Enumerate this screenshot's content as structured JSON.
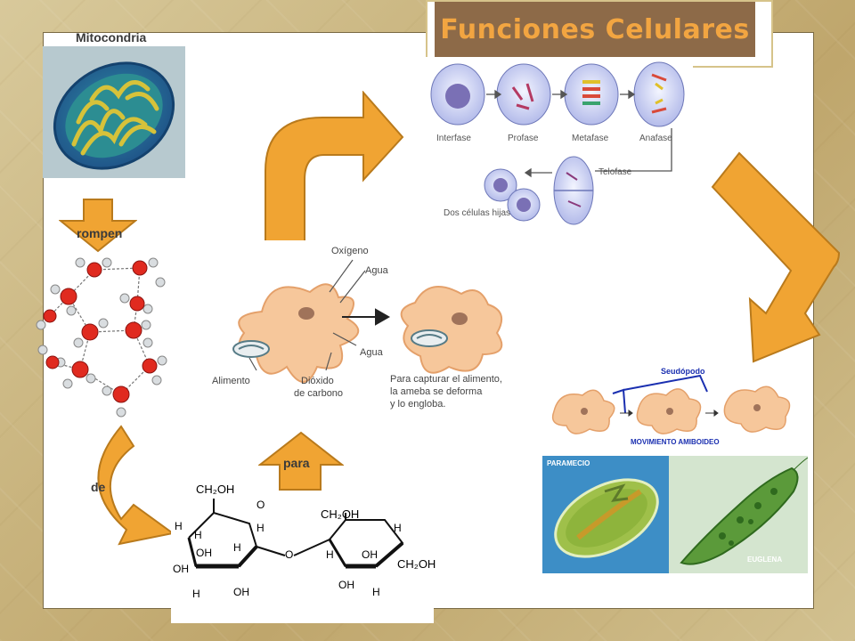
{
  "slide": {
    "title": "Funciones Celulares",
    "labels": {
      "mitocondria": "Mitocondria",
      "rompen": "rompen",
      "de": "de",
      "para": "para"
    }
  },
  "mitosis": {
    "phases": [
      "Interfase",
      "Profase",
      "Metafase",
      "Anafase"
    ],
    "telofase": "Telofase",
    "daughters": "Dos células hijas"
  },
  "ameba": {
    "oxigeno": "Oxígeno",
    "agua_top": "Agua",
    "agua_bottom": "Agua",
    "alimento": "Alimento",
    "dioxido_line1": "Dióxido",
    "dioxido_line2": "de carbono",
    "caption_line1": "Para capturar el alimento,",
    "caption_line2": "la ameba se deforma",
    "caption_line3": "y lo engloba."
  },
  "movement": {
    "seudopodo": "Seudópodo",
    "caption": "MOVIMIENTO AMIBOIDEO"
  },
  "protists": {
    "paramecio": "PARAMECIO",
    "euglena": "EUGLENA"
  },
  "sugar": {
    "ch2oh": "CH₂OH",
    "h": "H",
    "oh": "OH",
    "o": "O"
  },
  "colors": {
    "arrow": "#f0a433",
    "arrow_stroke": "#b97a1c",
    "title_bg": "#8d6a48",
    "title_text": "#f2a541"
  }
}
